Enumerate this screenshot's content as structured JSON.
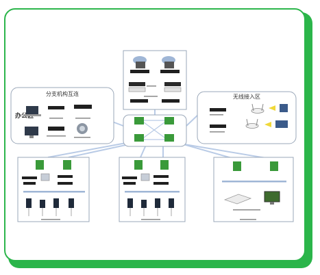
{
  "groups": {
    "branch_title": "分支机构互连",
    "office_label": "办公区",
    "wireless_title": "无线接入区"
  },
  "colors": {
    "frame": "#2bb54a",
    "switch": "#3a9a3a",
    "link": "#b9cbe6",
    "group_border": "#9aa7b8"
  }
}
